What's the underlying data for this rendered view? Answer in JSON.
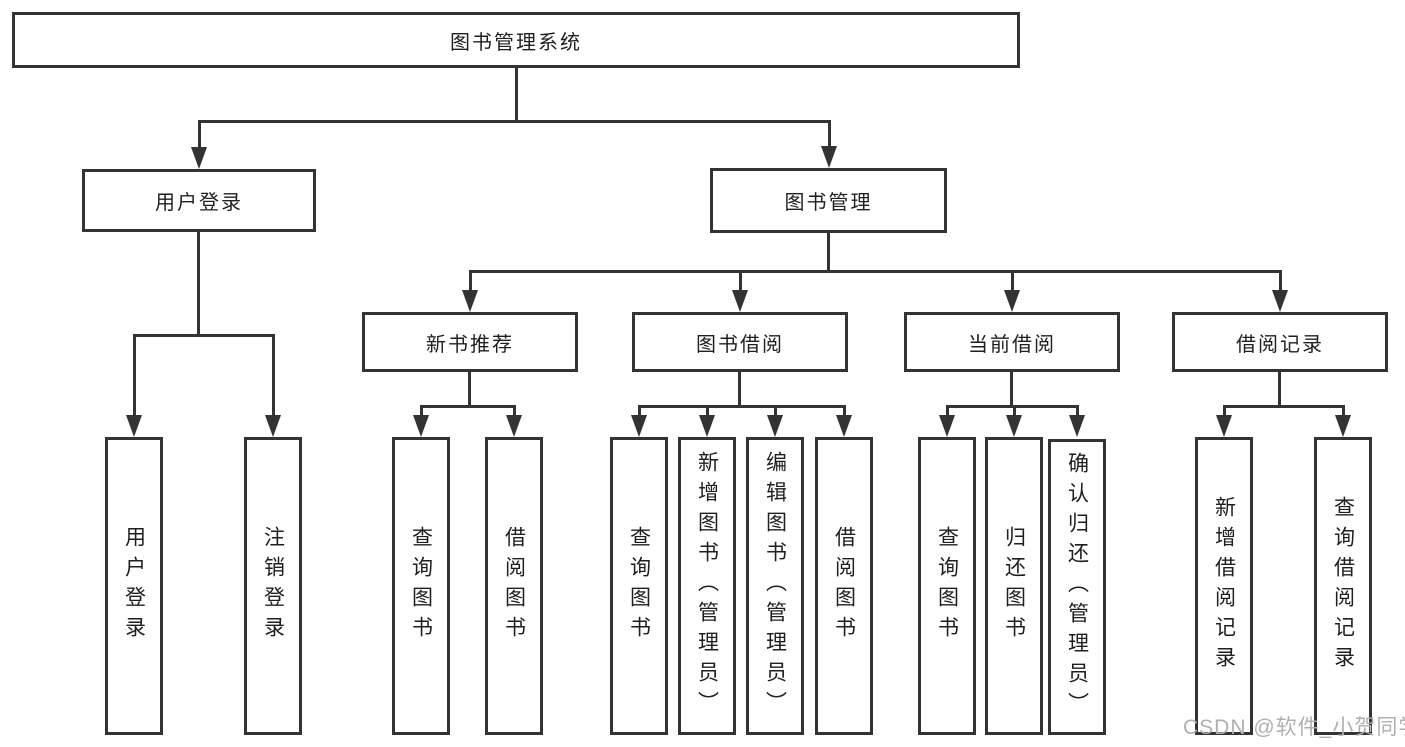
{
  "diagram": {
    "root": "图书管理系统",
    "level2": {
      "user_login": "用户登录",
      "book_mgmt": "图书管理"
    },
    "level3": {
      "new_books": "新书推荐",
      "borrowing": "图书借阅",
      "current": "当前借阅",
      "records": "借阅记录"
    },
    "leaves": {
      "user_login": [
        "用户登录",
        "注销登录"
      ],
      "new_books": [
        "查询图书",
        "借阅图书"
      ],
      "borrowing": [
        "查询图书",
        "新增图书（管理员）",
        "编辑图书（管理员）",
        "借阅图书"
      ],
      "current": [
        "查询图书",
        "归还图书",
        "确认归还（管理员）"
      ],
      "records": [
        "新增借阅记录",
        "查询借阅记录"
      ]
    }
  },
  "watermark": "CSDN @软件_小贺同学",
  "colors": {
    "line": "#333333",
    "text": "#1f1f1f",
    "background": "#ffffff",
    "watermark": "#b0b0b0"
  }
}
